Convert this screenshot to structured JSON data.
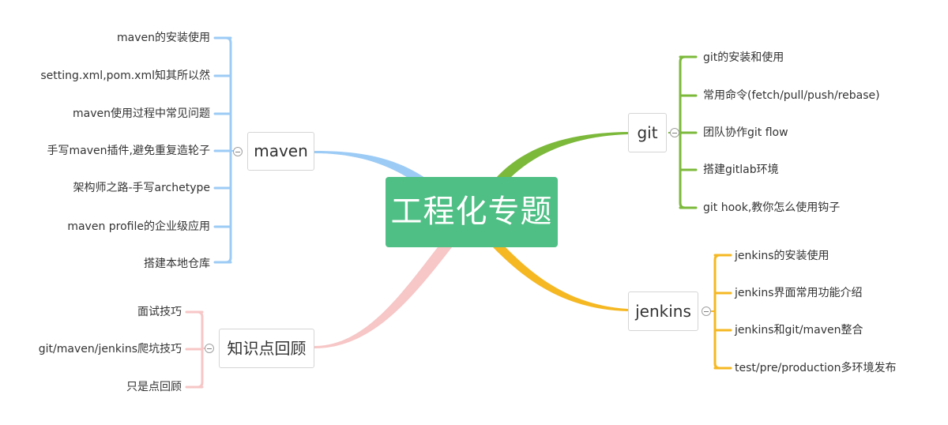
{
  "central": {
    "title": "工程化专题"
  },
  "branches": {
    "maven": {
      "label": "maven",
      "color": "#9ccbf5",
      "items": [
        "maven的安装使用",
        "setting.xml,pom.xml知其所以然",
        "maven使用过程中常见问题",
        "手写maven插件,避免重复造轮子",
        "架构师之路-手写archetype",
        "maven profile的企业级应用",
        "搭建本地仓库"
      ]
    },
    "review": {
      "label": "知识点回顾",
      "color": "#f7c6c6",
      "items": [
        "面试技巧",
        "git/maven/jenkins爬坑技巧",
        "只是点回顾"
      ]
    },
    "git": {
      "label": "git",
      "color": "#7cb93b",
      "items": [
        "git的安装和使用",
        "常用命令(fetch/pull/push/rebase)",
        "团队协作git flow",
        "搭建gitlab环境",
        "git hook,教你怎么使用钩子"
      ]
    },
    "jenkins": {
      "label": "jenkins",
      "color": "#f5b823",
      "items": [
        "jenkins的安装使用",
        "jenkins界面常用功能介绍",
        "jenkins和git/maven整合",
        "test/pre/production多环境发布"
      ]
    }
  }
}
